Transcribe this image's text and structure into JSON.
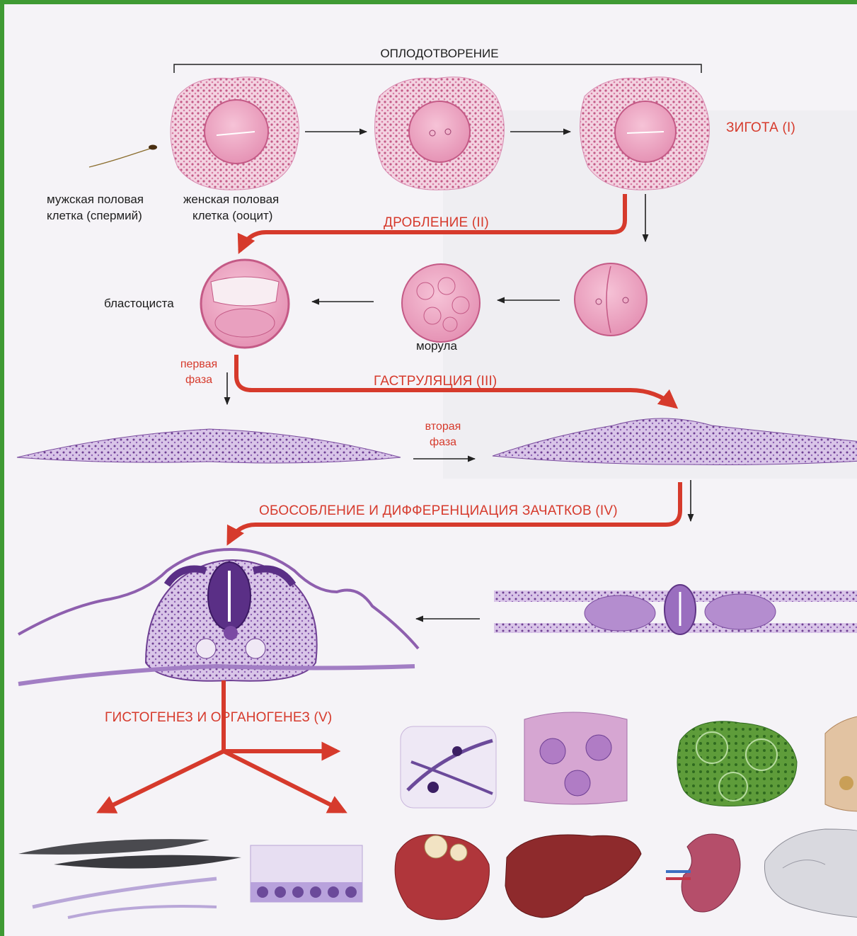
{
  "labels": {
    "fertilization": "ОПЛОДОТВОРЕНИЕ",
    "zygote": "ЗИГОТА (I)",
    "sperm_line1": "мужская половая",
    "sperm_line2": "клетка (спермий)",
    "oocyte_line1": "женская половая",
    "oocyte_line2": "клетка (ооцит)",
    "cleavage": "ДРОБЛЕНИЕ (II)",
    "blastocyst": "бластоциста",
    "morula": "морула",
    "phase1_line1": "первая",
    "phase1_line2": "фаза",
    "gastrulation": "ГАСТРУЛЯЦИЯ (III)",
    "phase2_line1": "вторая",
    "phase2_line2": "фаза",
    "separation": "ОБОСОБЛЕНИЕ И ДИФФЕРЕНЦИАЦИЯ ЗАЧАТКОВ (IV)",
    "histogenesis": "ГИСТОГЕНЕЗ И ОРГАНОГЕНЕЗ (V)"
  },
  "colors": {
    "accent_red": "#d63a2c",
    "frame_green": "#3f9a34",
    "cell_pink": "#e7a2bf",
    "tissue_purple": "#8e5fae"
  }
}
